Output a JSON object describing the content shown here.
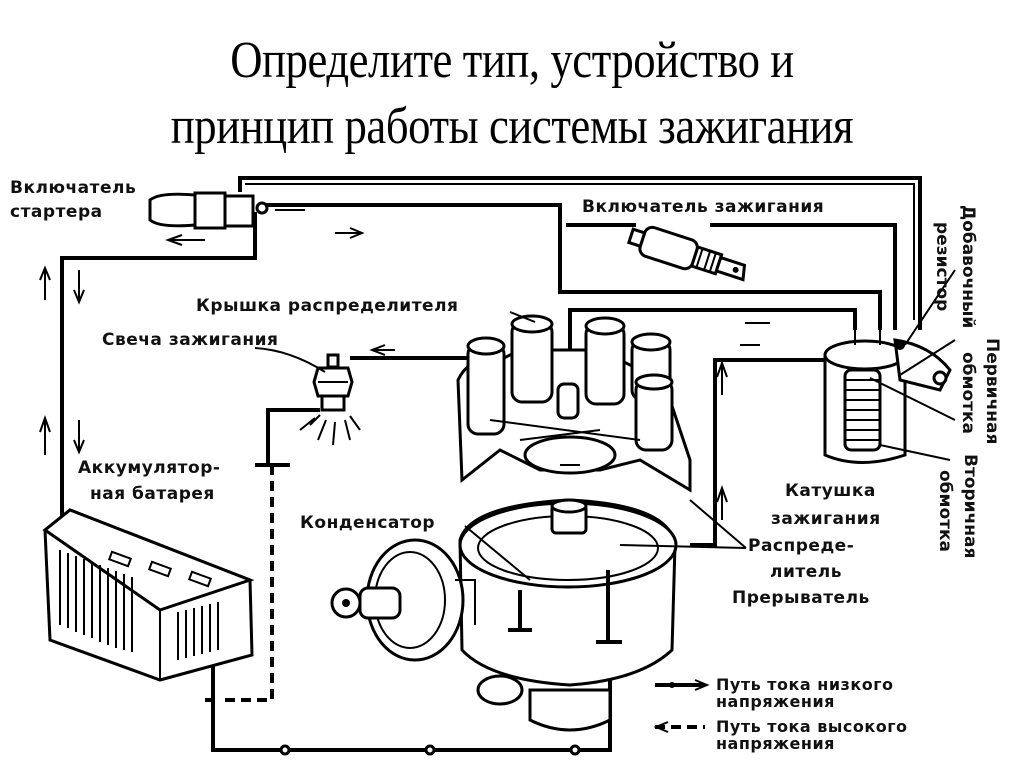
{
  "slide": {
    "title_line1": "Определите тип, устройство и",
    "title_line2": "принцип работы системы зажигания"
  },
  "diagram": {
    "labels": {
      "starter_switch_line1": "Включатель",
      "starter_switch_line2": "стартера",
      "ignition_switch": "Включатель зажигания",
      "distributor_cap": "Крышка распределителя",
      "spark_plug": "Свеча зажигания",
      "battery_line1": "Аккумулятор-",
      "battery_line2": "ная батарея",
      "capacitor": "Конденсатор",
      "ignition_coil_line1": "Катушка",
      "ignition_coil_line2": "зажигания",
      "distributor_line1": "Распреде-",
      "distributor_line2": "литель",
      "breaker": "Прерыватель",
      "additional_resistor_line1": "Добавочный",
      "additional_resistor_line2": "резистор",
      "primary_winding_line1": "Первичная",
      "primary_winding_line2": "обмотка",
      "secondary_winding_line1": "Вторичная",
      "secondary_winding_line2": "обмотка"
    },
    "legend": [
      {
        "line_style": "solid",
        "text_line1": "Путь тока низкого",
        "text_line2": "напряжения"
      },
      {
        "line_style": "dashed",
        "text_line1": "Путь тока высокого",
        "text_line2": "напряжения"
      }
    ]
  }
}
